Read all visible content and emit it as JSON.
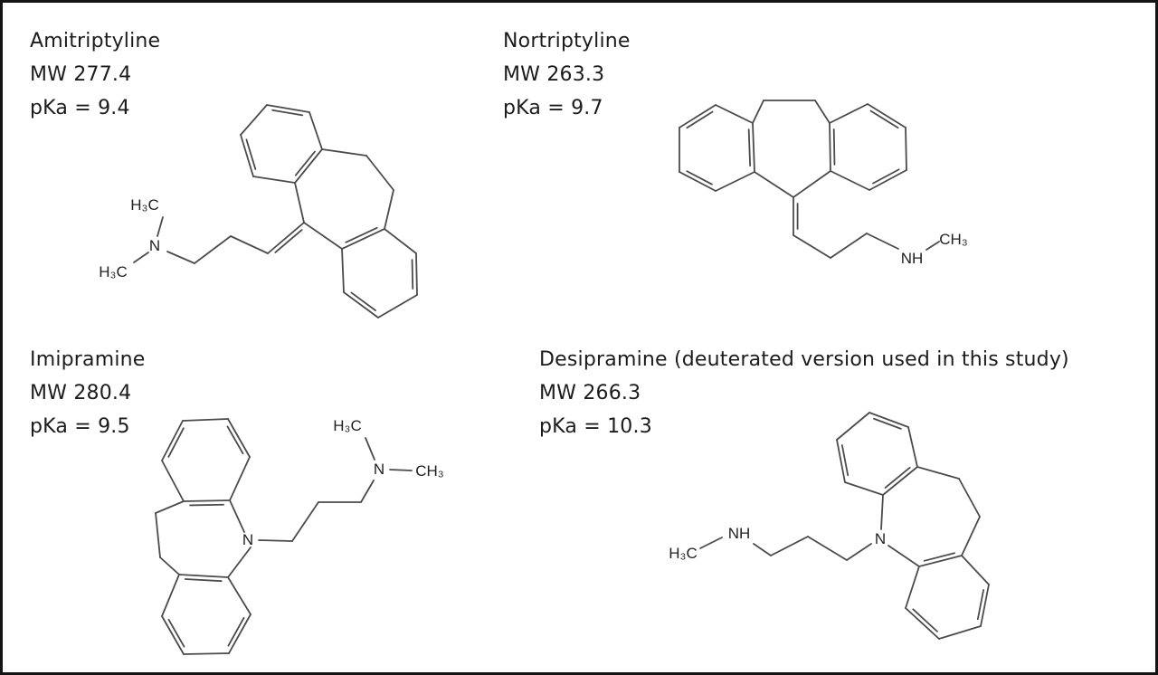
{
  "figure": {
    "background_color": "#ffffff",
    "border_color": "#141414",
    "bond_color": "#4b4b4b",
    "text_color": "#1c1c1c"
  },
  "compounds": [
    {
      "name": "Amitriptyline",
      "mw": "MW 277.4",
      "pka": "pKa = 9.4",
      "atoms": {
        "methyl_top": "H₃C",
        "amine_n": "N",
        "methyl_bottom": "H₃C"
      }
    },
    {
      "name": "Nortriptyline",
      "mw": "MW 263.3",
      "pka": "pKa = 9.7",
      "atoms": {
        "nh": "NH",
        "methyl": "CH₃"
      }
    },
    {
      "name": "Imipramine",
      "mw": "MW 280.4",
      "pka": "pKa = 9.5",
      "atoms": {
        "ring_n": "N",
        "methyl_top": "H₃C",
        "amine_n": "N",
        "methyl_right": "CH₃"
      }
    },
    {
      "name": "Desipramine (deuterated version used in this study)",
      "mw": "MW 266.3",
      "pka": "pKa = 10.3",
      "atoms": {
        "methyl": "H₃C",
        "nh": "NH",
        "ring_n": "N"
      }
    }
  ]
}
